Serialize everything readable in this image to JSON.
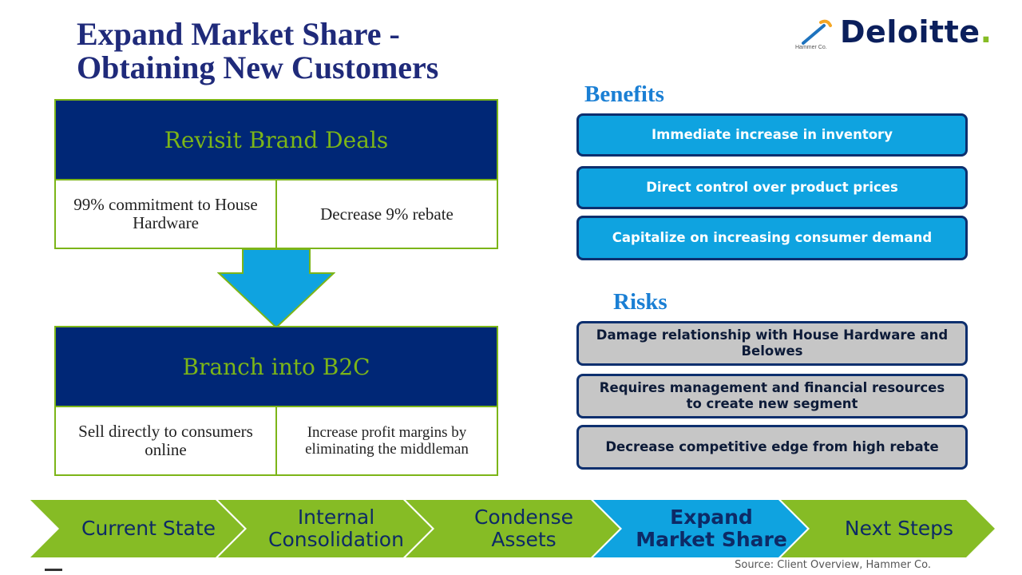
{
  "title": {
    "line1": "Expand Market Share -",
    "line2": "Obtaining New Customers"
  },
  "logo": {
    "client_name": "Hammer Co.",
    "brand": "Deloitte",
    "brand_dot": ".",
    "icon": "hammer-swoosh-icon",
    "brand_color": "#0b1f5c",
    "dot_color": "#86bc25"
  },
  "deal_block": {
    "heading": "Revisit Brand Deals",
    "left": "99% commitment to House Hardware",
    "right": "Decrease 9% rebate"
  },
  "b2c_block": {
    "heading": "Branch into B2C",
    "left": "Sell directly to consumers online",
    "right": "Increase profit margins by eliminating the middleman"
  },
  "benefits": {
    "label": "Benefits",
    "items": [
      "Immediate increase in inventory",
      "Direct control over product prices",
      "Capitalize on increasing consumer demand"
    ]
  },
  "risks": {
    "label": "Risks",
    "items": [
      "Damage relationship with House Hardware and Belowes",
      "Requires management and financial resources to create new segment",
      "Decrease competitive edge from high rebate"
    ]
  },
  "steps": [
    {
      "label": "Current State",
      "active": false
    },
    {
      "label": "Internal Consolidation",
      "active": false
    },
    {
      "label": "Condense Assets",
      "active": false
    },
    {
      "label": "Expand Market Share",
      "active": true
    },
    {
      "label": "Next Steps",
      "active": false
    }
  ],
  "source": "Source: Client Overview, Hammer Co.",
  "colors": {
    "navy": "#002776",
    "green": "#7cb518",
    "blue": "#0fa3e0",
    "gray": "#c6c6c6"
  }
}
